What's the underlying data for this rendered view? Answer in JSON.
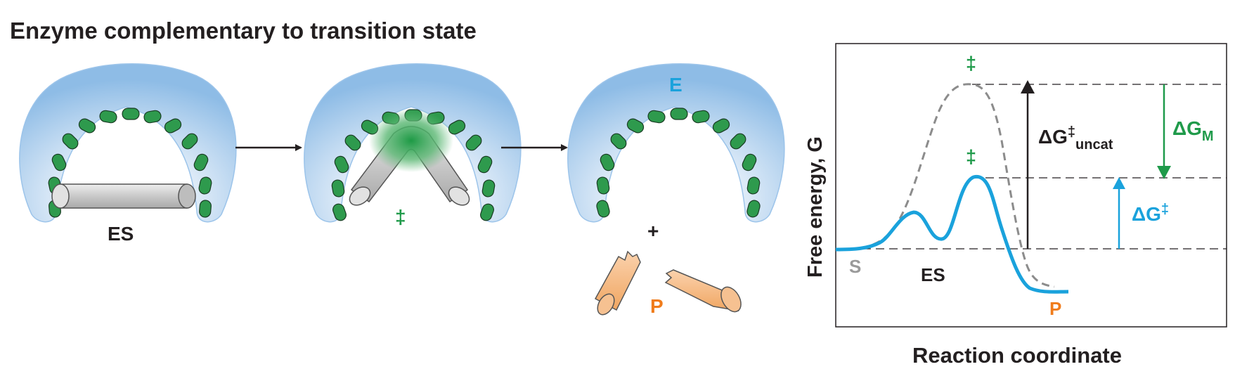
{
  "title": "Enzyme complementary to transition state",
  "panels": {
    "es_label": "ES",
    "transition_mark": "‡",
    "enzyme_label": "E",
    "plus": "+",
    "product_label": "P"
  },
  "graph": {
    "ylabel": "Free energy, G",
    "xlabel": "Reaction coordinate",
    "ts_uncat_mark": "‡",
    "ts_cat_mark": "‡",
    "label_s": "S",
    "label_es": "ES",
    "label_p": "P",
    "dg_uncat": {
      "delta": "ΔG",
      "dagger": "‡",
      "sub": "uncat"
    },
    "dg_m": {
      "delta": "ΔG",
      "sub": "M"
    },
    "dg_cat": {
      "delta": "ΔG",
      "dagger": "‡"
    }
  },
  "colors": {
    "enzyme_fill": "#a9cdee",
    "binding_site": "#2e9a4d",
    "substrate": "#d0d0d0",
    "product": "#f6b47a",
    "catalyzed_curve": "#1aa2dc",
    "uncatalyzed_curve": "#8c8c8c",
    "green_label": "#1f9a4a",
    "orange_label": "#f07c1b"
  }
}
